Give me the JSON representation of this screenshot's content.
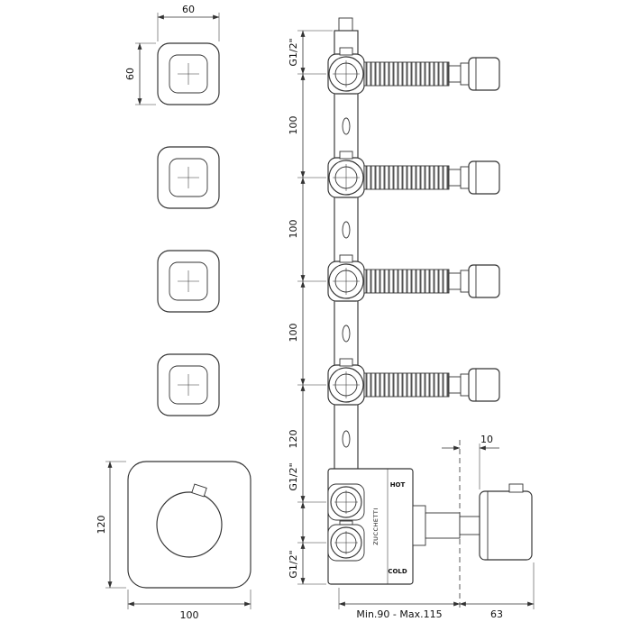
{
  "front_view": {
    "trim_plate": {
      "width": "60",
      "height": "60"
    },
    "mixer_plate": {
      "height": "120",
      "width": "100"
    }
  },
  "side_view": {
    "ports": {
      "outlet_top": "G1/2\"",
      "inlet_hot": "G1/2\"",
      "inlet_cold": "G1/2\""
    },
    "spacings": {
      "s1": "100",
      "s2": "100",
      "s3": "100",
      "s4": "120"
    },
    "wall_gap": "10",
    "depth_range": "Min.90 - Max.115",
    "handle_depth": "63",
    "markings": {
      "hot": "HOT",
      "cold": "COLD",
      "brand": "ZUCCHETTI"
    }
  }
}
